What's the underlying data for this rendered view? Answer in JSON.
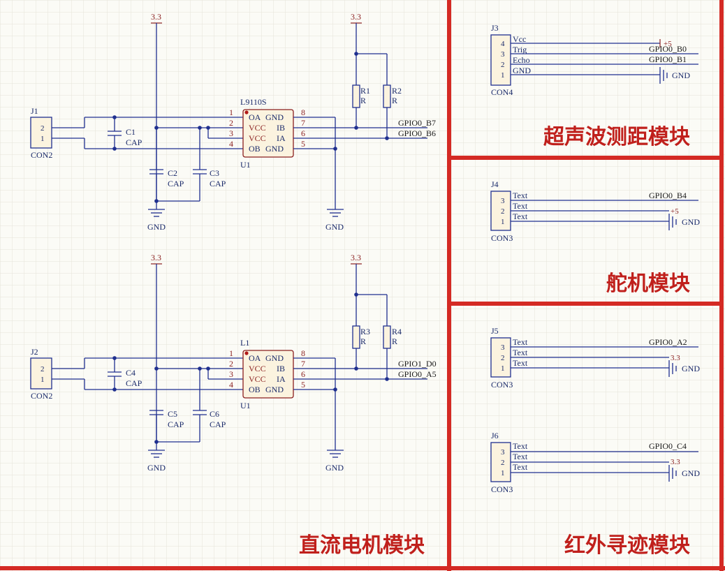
{
  "modules": {
    "motor": "直流电机模块",
    "ultrasonic": "超声波测距模块",
    "servo": "舵机模块",
    "infrared": "红外寻迹模块"
  },
  "power": {
    "v33": "3.3",
    "v5": "+5",
    "gnd": "GND"
  },
  "motor1": {
    "conn": {
      "ref": "J1",
      "type": "CON2",
      "pins": [
        "2",
        "1"
      ]
    },
    "chip": {
      "ref": "U1",
      "name": "L9110S",
      "left_pins": [
        "OA",
        "VCC",
        "VCC",
        "OB"
      ],
      "left_nums": [
        "1",
        "2",
        "3",
        "4"
      ],
      "right_pins": [
        "GND",
        "IB",
        "IA",
        "GND"
      ],
      "right_nums": [
        "8",
        "7",
        "6",
        "5"
      ]
    },
    "caps": [
      {
        "ref": "C1",
        "val": "CAP"
      },
      {
        "ref": "C2",
        "val": "CAP"
      },
      {
        "ref": "C3",
        "val": "CAP"
      }
    ],
    "res": [
      {
        "ref": "R1",
        "val": "R"
      },
      {
        "ref": "R2",
        "val": "R"
      }
    ],
    "nets": [
      "GPIO0_B7",
      "GPIO0_B6"
    ]
  },
  "motor2": {
    "conn": {
      "ref": "J2",
      "type": "CON2",
      "pins": [
        "2",
        "1"
      ]
    },
    "chip": {
      "ref": "U1",
      "name": "L1",
      "left_pins": [
        "OA",
        "VCC",
        "VCC",
        "OB"
      ],
      "left_nums": [
        "1",
        "2",
        "3",
        "4"
      ],
      "right_pins": [
        "GND",
        "IB",
        "IA",
        "GND"
      ],
      "right_nums": [
        "8",
        "7",
        "6",
        "5"
      ]
    },
    "caps": [
      {
        "ref": "C4",
        "val": "CAP"
      },
      {
        "ref": "C5",
        "val": "CAP"
      },
      {
        "ref": "C6",
        "val": "CAP"
      }
    ],
    "res": [
      {
        "ref": "R3",
        "val": "R"
      },
      {
        "ref": "R4",
        "val": "R"
      }
    ],
    "nets": [
      "GPIO1_D0",
      "GPIO0_A5"
    ]
  },
  "j3": {
    "ref": "J3",
    "type": "CON4",
    "pins": [
      "4",
      "3",
      "2",
      "1"
    ],
    "labels": [
      "Vcc",
      "Trig",
      "Echo",
      "GND"
    ],
    "nets": [
      "GPIO0_B0",
      "GPIO0_B1"
    ],
    "pwr": "+5"
  },
  "j4": {
    "ref": "J4",
    "type": "CON3",
    "pins": [
      "3",
      "2",
      "1"
    ],
    "labels": [
      "Text",
      "Text",
      "Text"
    ],
    "net": "GPIO0_B4",
    "pwr": "+5"
  },
  "j5": {
    "ref": "J5",
    "type": "CON3",
    "pins": [
      "3",
      "2",
      "1"
    ],
    "labels": [
      "Text",
      "Text",
      "Text"
    ],
    "net": "GPIO0_A2",
    "pwr": "3.3"
  },
  "j6": {
    "ref": "J6",
    "type": "CON3",
    "pins": [
      "3",
      "2",
      "1"
    ],
    "labels": [
      "Text",
      "Text",
      "Text"
    ],
    "net": "GPIO0_C4",
    "pwr": "3.3"
  }
}
